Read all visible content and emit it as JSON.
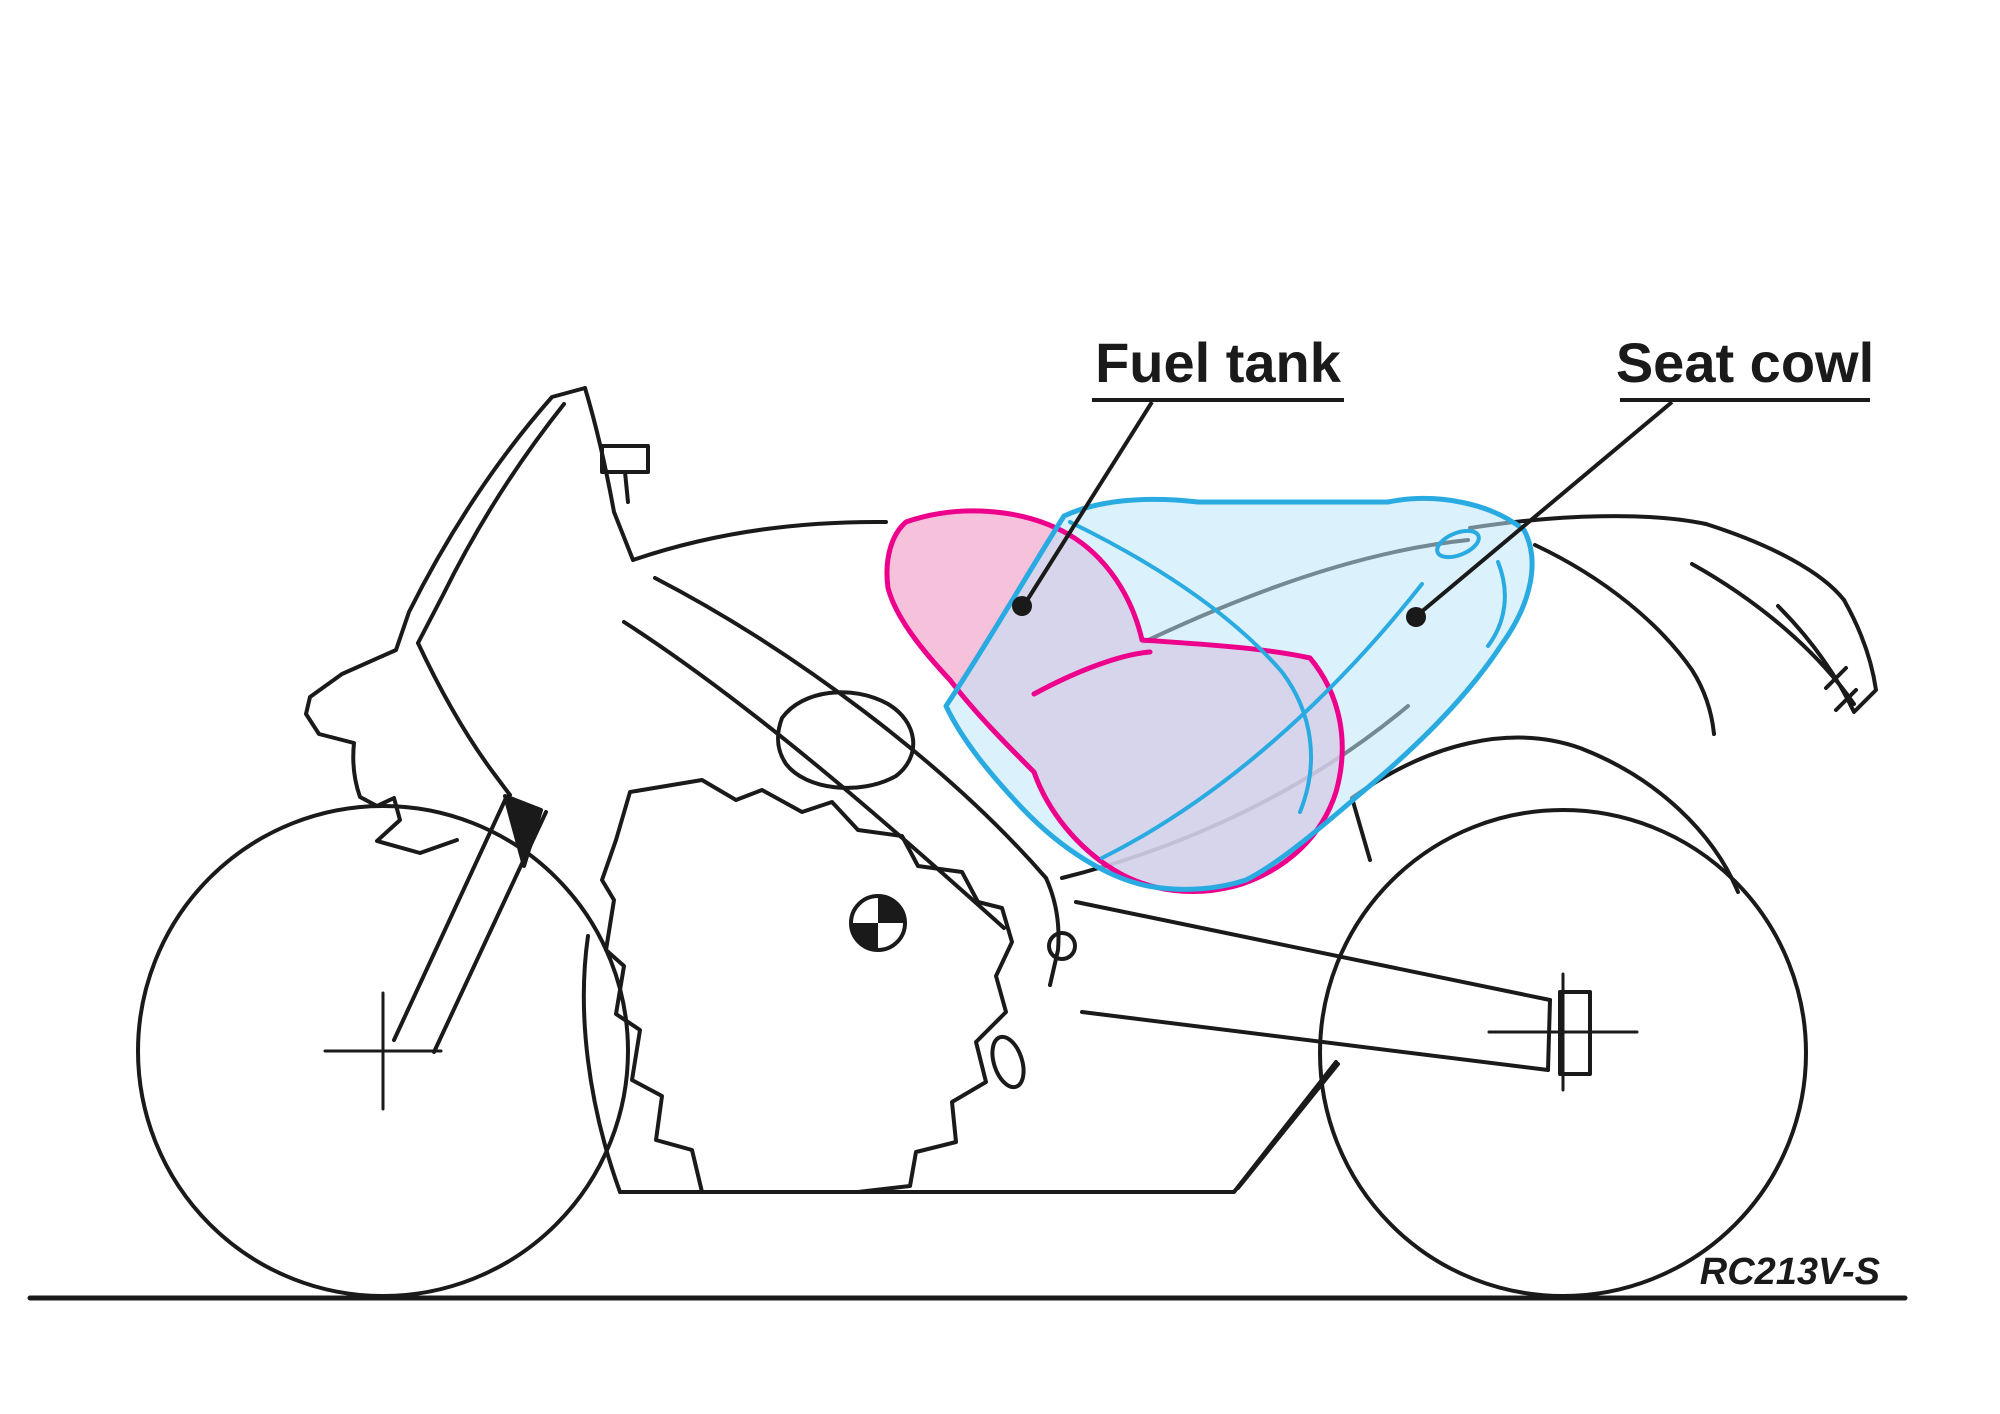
{
  "callouts": [
    {
      "label": "Fuel tank",
      "target": "fuel-tank-region"
    },
    {
      "label": "Seat cowl",
      "target": "seat-cowl-region"
    }
  ],
  "model_code": "RC213V-S",
  "colors": {
    "line_art": "#1a1a1a",
    "background": "#ffffff",
    "fuel_tank_outline": "#ec008c",
    "fuel_tank_fill": "rgba(244,178,210,0.8)",
    "seat_cowl_outline": "#29abe2",
    "seat_cowl_fill": "rgba(189,229,247,0.55)",
    "marker_dot": "#1a1a1a"
  }
}
